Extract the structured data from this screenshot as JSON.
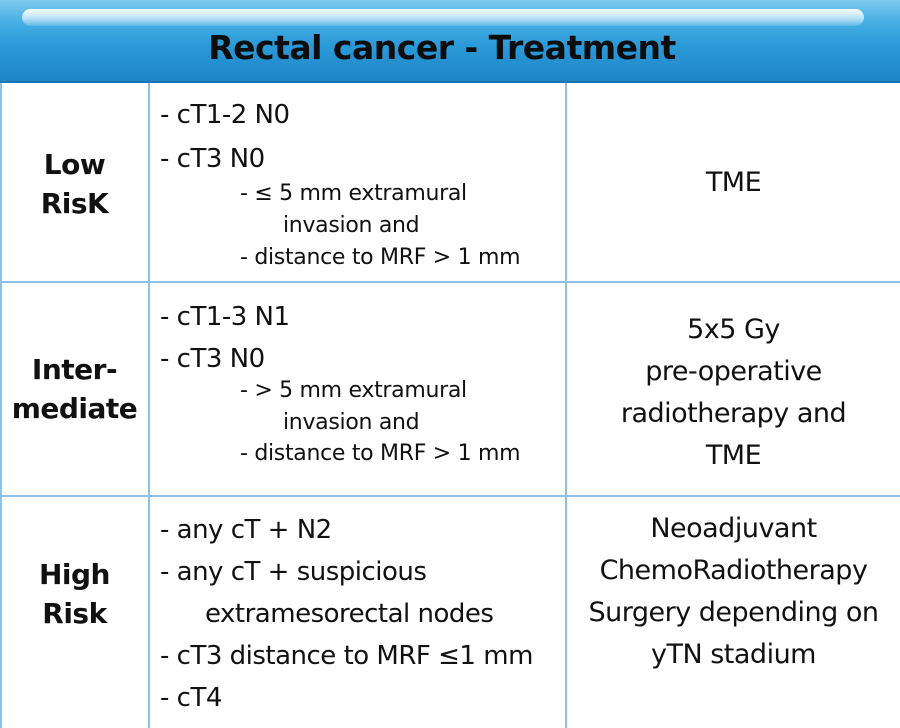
{
  "title": "Rectal cancer - Treatment",
  "rows": [
    {
      "risk": [
        "Low",
        "RisK"
      ],
      "criteria": {
        "main": [
          "-  cT1-2 N0",
          "-  cT3 N0"
        ],
        "sub": [
          "-  ≤ 5 mm extramural",
          "invasion and",
          "-  distance to MRF > 1 mm"
        ]
      },
      "treatment": [
        "TME"
      ]
    },
    {
      "risk": [
        "Inter-",
        "mediate"
      ],
      "criteria": {
        "main": [
          "-  cT1-3 N1",
          "-  cT3 N0"
        ],
        "sub": [
          "-  > 5 mm extramural",
          "invasion and",
          "-  distance to MRF > 1 mm"
        ]
      },
      "treatment": [
        "5x5 Gy",
        "pre-operative",
        "radiotherapy and",
        "TME"
      ]
    },
    {
      "risk": [
        "High",
        "Risk"
      ],
      "criteria": {
        "main": [
          "-  any cT + N2",
          "-  any cT + suspicious",
          "extramesorectal nodes",
          "-  cT3 distance to MRF ≤1 mm",
          "-  cT4"
        ]
      },
      "treatment": [
        "Neoadjuvant",
        "ChemoRadiotherapy",
        "Surgery depending on",
        "yTN stadium"
      ]
    }
  ]
}
